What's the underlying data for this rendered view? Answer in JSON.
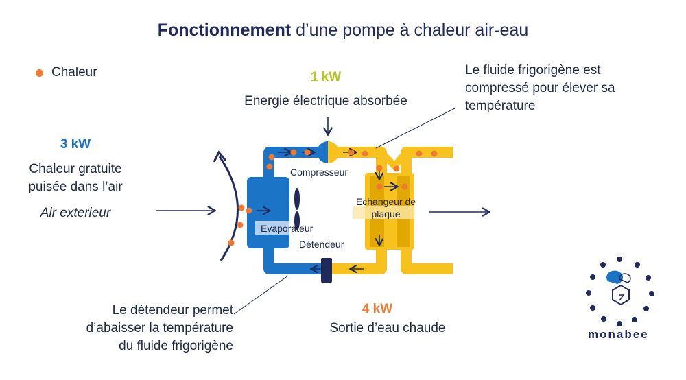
{
  "title": {
    "bold": "Fonctionnement",
    "rest": " d’une pompe à chaleur air-eau"
  },
  "legend": {
    "label": "Chaleur"
  },
  "electric": {
    "value": "1 kW",
    "label": "Energie électrique absorbée"
  },
  "air": {
    "value": "3 kW",
    "line1": "Chaleur gratuite",
    "line2": "puisée dans l’air",
    "sub": "Air exterieur"
  },
  "compressor_note": {
    "line1": "Le fluide frigorigène est",
    "line2": "compressé pour élever sa",
    "line3": "température"
  },
  "expansion_note": {
    "line1": "Le détendeur permet",
    "line2": "d’abaisser la température",
    "line3": "du fluide frigorigène"
  },
  "hot_water": {
    "value": "4 kW",
    "label": "Sortie d’eau chaude"
  },
  "components": {
    "compressor": "Compresseur",
    "evaporator": "Evaporateur",
    "expansion_valve": "Détendeur",
    "exchanger_line1": "Echangeur de",
    "exchanger_line2": "plaque"
  },
  "logo": {
    "name": "monabee"
  },
  "colors": {
    "navy": "#1f2a5a",
    "blue": "#1c74c6",
    "yellow": "#f7c21e",
    "orange": "#ee7a32",
    "lime": "#b5c61c",
    "blue_label": "#1c74c6"
  }
}
